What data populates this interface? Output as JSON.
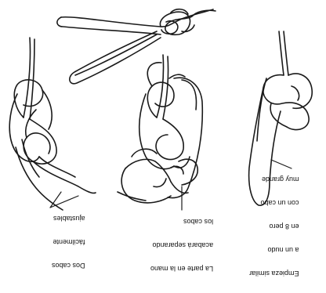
{
  "captions": {
    "left": [
      "Dos cabos",
      "fácilmente",
      "ajustables"
    ],
    "middle": [
      "La parte en la mano",
      "acabará separando",
      "los cabos"
    ],
    "right": [
      "Empieza similar",
      "a un nudo",
      "en 8 pero",
      "con un cabo",
      "muy grande"
    ]
  },
  "colors": {
    "line": "#1a1a1a",
    "paper": "#ffffff"
  }
}
